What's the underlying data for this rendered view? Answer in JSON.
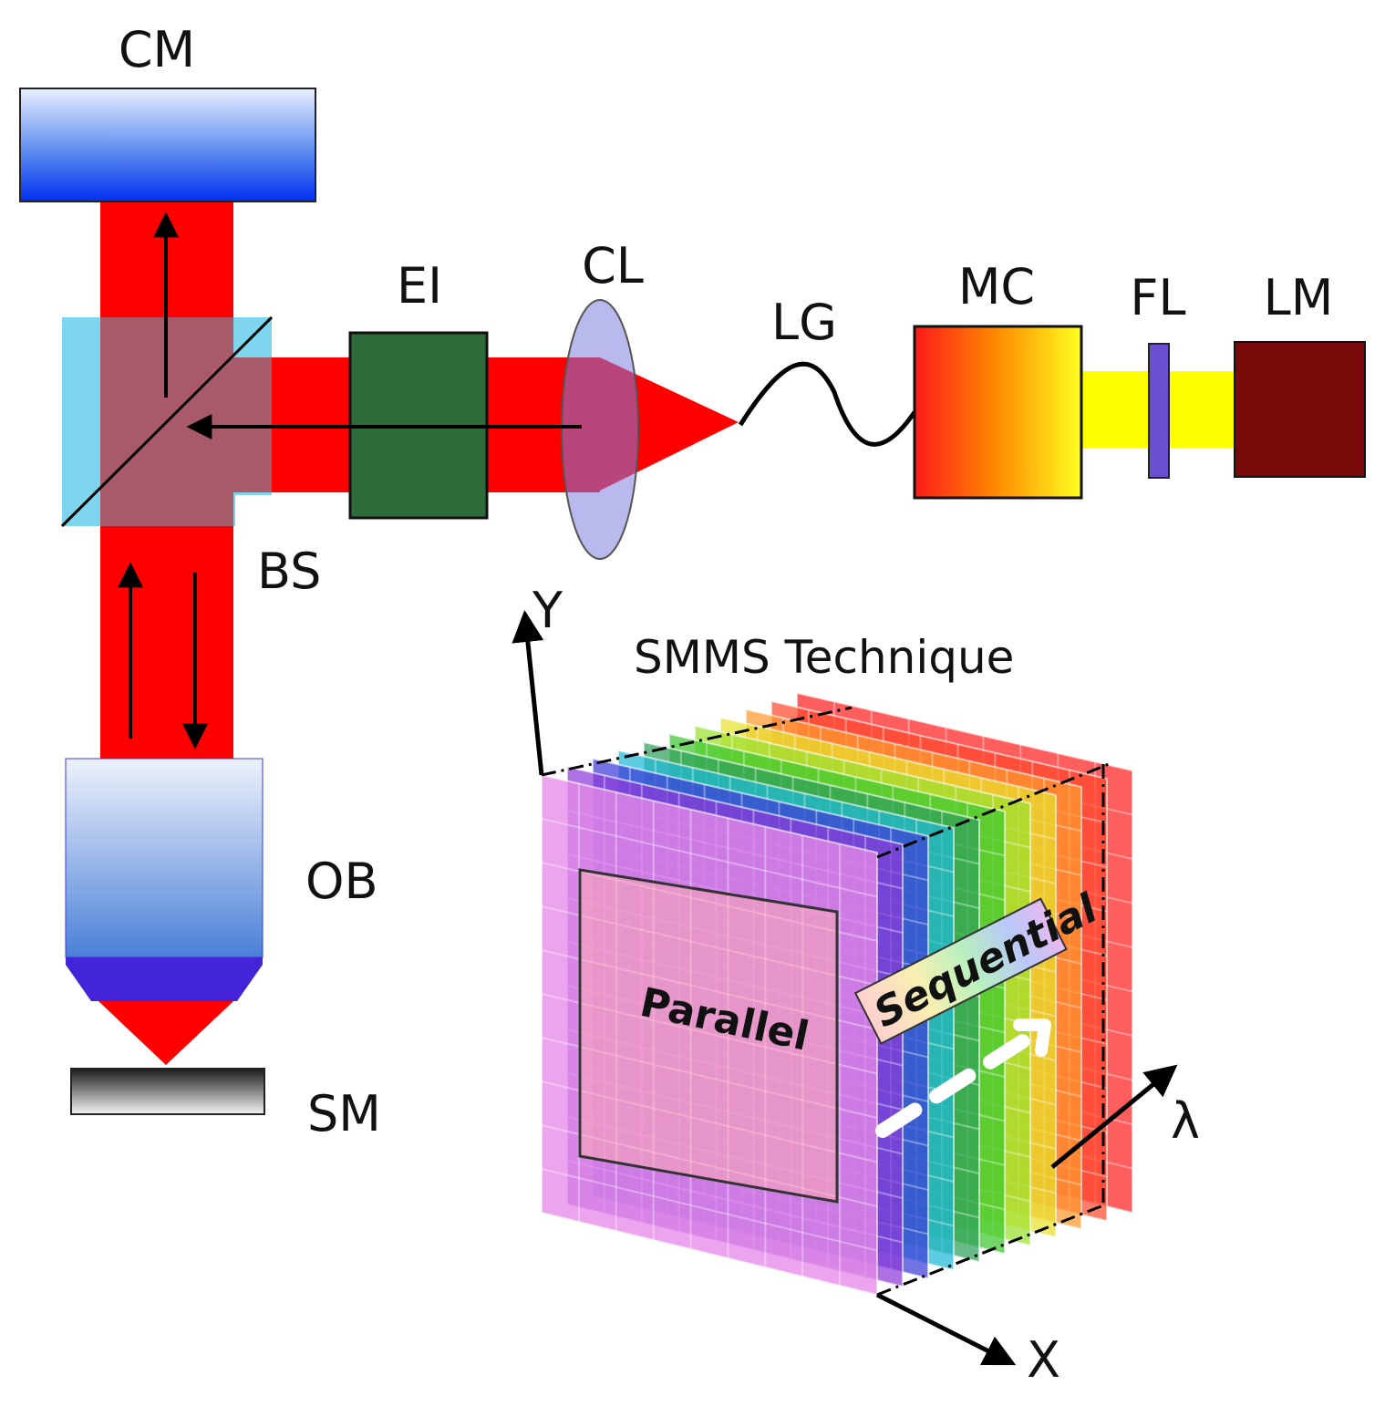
{
  "labels": {
    "cm": "CM",
    "bs": "BS",
    "ei": "EI",
    "cl": "CL",
    "lg": "LG",
    "mc": "MC",
    "fl": "FL",
    "lm": "LM",
    "ob": "OB",
    "sm": "SM"
  },
  "cube": {
    "title": "SMMS Technique",
    "axis_y": "Y",
    "axis_x": "X",
    "axis_lambda": "λ",
    "parallel": "Parallel",
    "sequential": "Sequential",
    "layer_colors": [
      "#e58ae8",
      "#8d3ad8",
      "#3b3bd8",
      "#20b8d8",
      "#2ea05a",
      "#3cc82e",
      "#9be02e",
      "#e8e02e",
      "#ff9a2e",
      "#ff4a2e",
      "#ff2020"
    ]
  },
  "colors": {
    "beam_red": "#ff0000",
    "beam_yellow": "#ffff00",
    "splitter_cyan": "#7ed6ee",
    "expander_green": "#2e6b3a",
    "lens_blue": "#9aa8e8",
    "filter_purple": "#6a4fd0",
    "lamp_maroon": "#7a0a0a"
  }
}
